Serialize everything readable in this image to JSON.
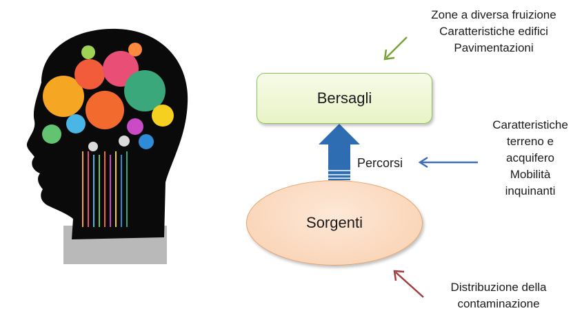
{
  "nodes": {
    "targets": "Bersagli",
    "sources": "Sorgenti",
    "pathways": "Percorsi"
  },
  "annotations": {
    "targets_factors": [
      "Zone a diversa fruizione",
      "Caratteristiche edifici",
      "Pavimentazioni"
    ],
    "pathway_factors": [
      "Caratteristiche",
      "terreno e",
      "acquifero",
      "Mobilità",
      "inquinanti"
    ],
    "source_factors": [
      "Distribuzione della",
      "contaminazione"
    ]
  },
  "colors": {
    "targets_fill": "#e8f3c6",
    "targets_border": "#8dbf5a",
    "sources_fill": "#f9cfae",
    "sources_border": "#e2a46e",
    "up_arrow": "#2f6db3",
    "green_arrow": "#77a33a",
    "blue_arrow": "#3c6fb2",
    "red_arrow": "#a23b3b"
  },
  "icons": [
    "head-silhouette-icon",
    "idea-bubbles-icon"
  ]
}
